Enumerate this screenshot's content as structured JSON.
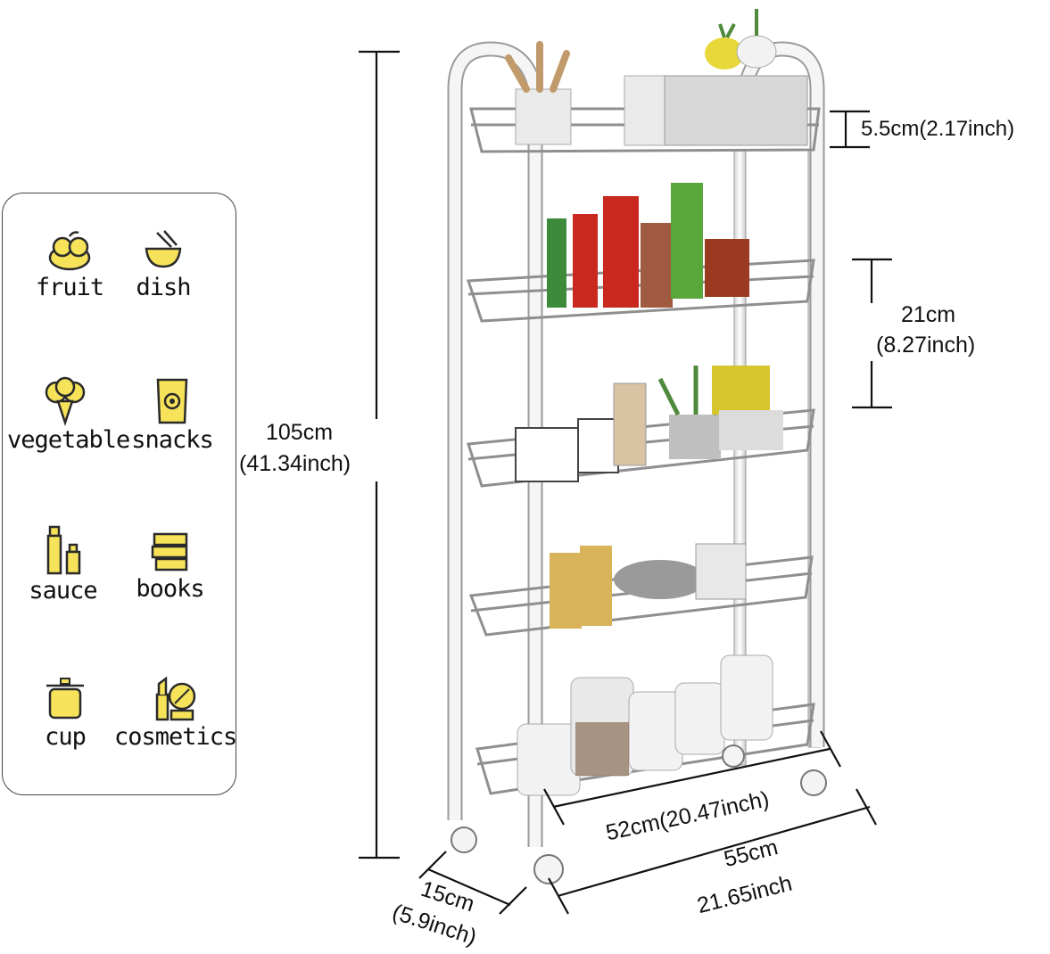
{
  "categories": [
    {
      "id": "fruit",
      "label": "fruit",
      "icon": "fruit-icon"
    },
    {
      "id": "dish",
      "label": "dish",
      "icon": "bowl-icon"
    },
    {
      "id": "vegetable",
      "label": "vegetable",
      "icon": "broccoli-icon"
    },
    {
      "id": "snacks",
      "label": "snacks",
      "icon": "snack-bag-icon"
    },
    {
      "id": "sauce",
      "label": "sauce",
      "icon": "bottles-icon"
    },
    {
      "id": "books",
      "label": "books",
      "icon": "books-icon"
    },
    {
      "id": "cup",
      "label": "cup",
      "icon": "pot-icon"
    },
    {
      "id": "cosmetics",
      "label": "cosmetics",
      "icon": "lipstick-mirror-icon"
    }
  ],
  "dimensions": {
    "height": {
      "metric": "105cm",
      "imperial": "(41.34inch)"
    },
    "top_rail": {
      "text": "5.5cm(2.17inch)"
    },
    "shelf_gap": {
      "metric": "21cm",
      "imperial": "(8.27inch)"
    },
    "inner_width": {
      "text": "52cm(20.47inch)"
    },
    "outer_width": {
      "metric": "55cm",
      "imperial": "21.65inch"
    },
    "depth": {
      "metric": "15cm",
      "imperial": "(5.9inch)"
    }
  },
  "colors": {
    "icon_fill": "#f6e35a",
    "icon_stroke": "#2a2a2a",
    "rack_frame": "#f3f3f3",
    "rack_edge": "#9a9a9a",
    "dimension_line": "#111111"
  }
}
